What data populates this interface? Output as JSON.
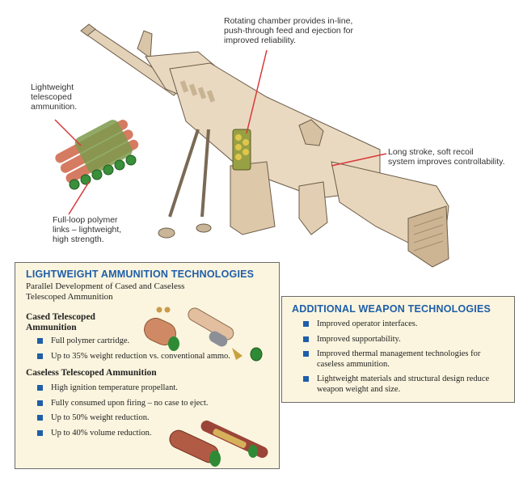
{
  "callouts": {
    "chamber": [
      "Rotating chamber provides in-line,",
      "push-through feed and ejection for",
      "improved reliability."
    ],
    "ammo": [
      "Lightweight",
      "telescoped",
      "ammunition."
    ],
    "recoil": [
      "Long stroke, soft recoil",
      "system improves controllability."
    ],
    "links": [
      "Full-loop polymer",
      "links – lightweight,",
      "high strength."
    ]
  },
  "ammo_box": {
    "title": "LIGHTWEIGHT AMMUNITION TECHNOLOGIES",
    "subtitle": [
      "Parallel Development of Cased and Caseless",
      "Telescoped Ammunition"
    ],
    "cased_heading": [
      "Cased Telescoped",
      "Ammunition"
    ],
    "cased_items": [
      "Full polymer cartridge.",
      "Up to 35% weight reduction vs. conventional ammo."
    ],
    "caseless_heading": "Caseless Telescoped Ammunition",
    "caseless_items": [
      "High ignition temperature propellant.",
      "Fully consumed upon firing – no case to eject.",
      "Up to 50% weight reduction.",
      "Up to 40% volume reduction."
    ]
  },
  "weapon_box": {
    "title": "ADDITIONAL WEAPON TECHNOLOGIES",
    "items": [
      "Improved operator interfaces.",
      "Improved supportability.",
      "Improved thermal management technologies for caseless ammunition.",
      "Lightweight materials and structural design reduce weapon weight and size."
    ]
  },
  "colors": {
    "accent_blue": "#1f5ea8",
    "callout_line": "#d8383a",
    "box_bg": "#fbf5df",
    "weapon_tan": "#e6d5bd"
  }
}
